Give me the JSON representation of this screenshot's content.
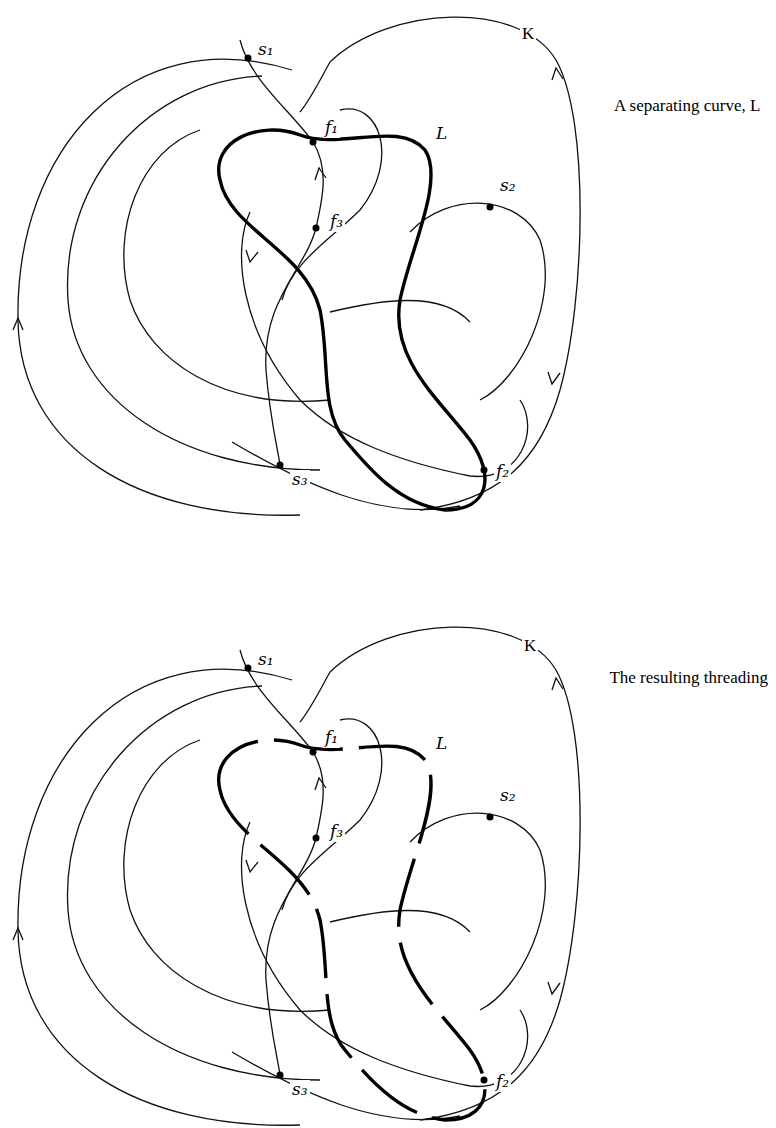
{
  "diagram": {
    "labels": [
      "K",
      "A separating curve, L",
      "s₁",
      "f₁",
      "L",
      "s₂",
      "f₃",
      "s₃",
      "f₂",
      "K",
      "The resulting threading",
      "s₁",
      "f₁",
      "L",
      "s₂",
      "f₃",
      "f₂",
      "s₃"
    ]
  }
}
